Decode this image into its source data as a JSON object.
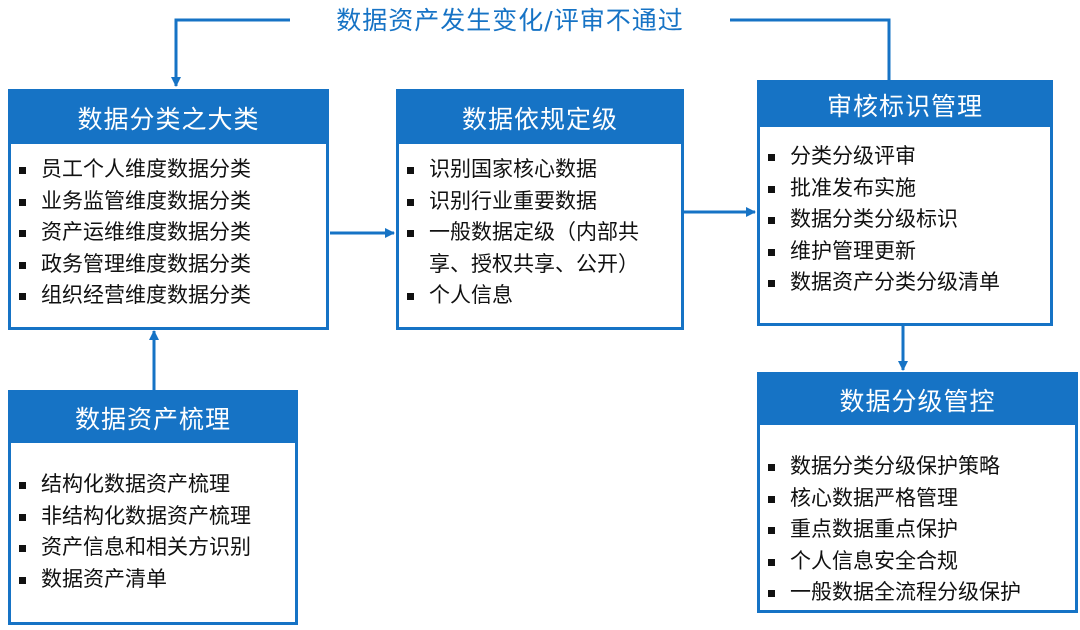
{
  "feedback_label": "数据资产发生变化/评审不通过",
  "boxes": {
    "major_category": {
      "title": "数据分类之大类",
      "items": [
        "员工个人维度数据分类",
        "业务监管维度数据分类",
        "资产运维维度数据分类",
        "政务管理维度数据分类",
        "组织经营维度数据分类"
      ]
    },
    "compliance_grading": {
      "title": "数据依规定级",
      "items": [
        "识别国家核心数据",
        "识别行业重要数据",
        "一般数据定级（内部共享、授权共享、公开）",
        "个人信息"
      ]
    },
    "review_marking": {
      "title": "审核标识管理",
      "items": [
        "分类分级评审",
        "批准发布实施",
        "数据分类分级标识",
        "维护管理更新",
        "数据资产分类分级清单"
      ]
    },
    "asset_sorting": {
      "title": "数据资产梳理",
      "items": [
        "结构化数据资产梳理",
        "非结构化数据资产梳理",
        "资产信息和相关方识别",
        "数据资产清单"
      ]
    },
    "grading_control": {
      "title": "数据分级管控",
      "items": [
        "数据分类分级保护策略",
        "核心数据严格管理",
        "重点数据重点保护",
        "个人信息安全合规",
        "一般数据全流程分级保护"
      ]
    }
  },
  "colors": {
    "primary": "#1673c5",
    "text": "#111111"
  }
}
